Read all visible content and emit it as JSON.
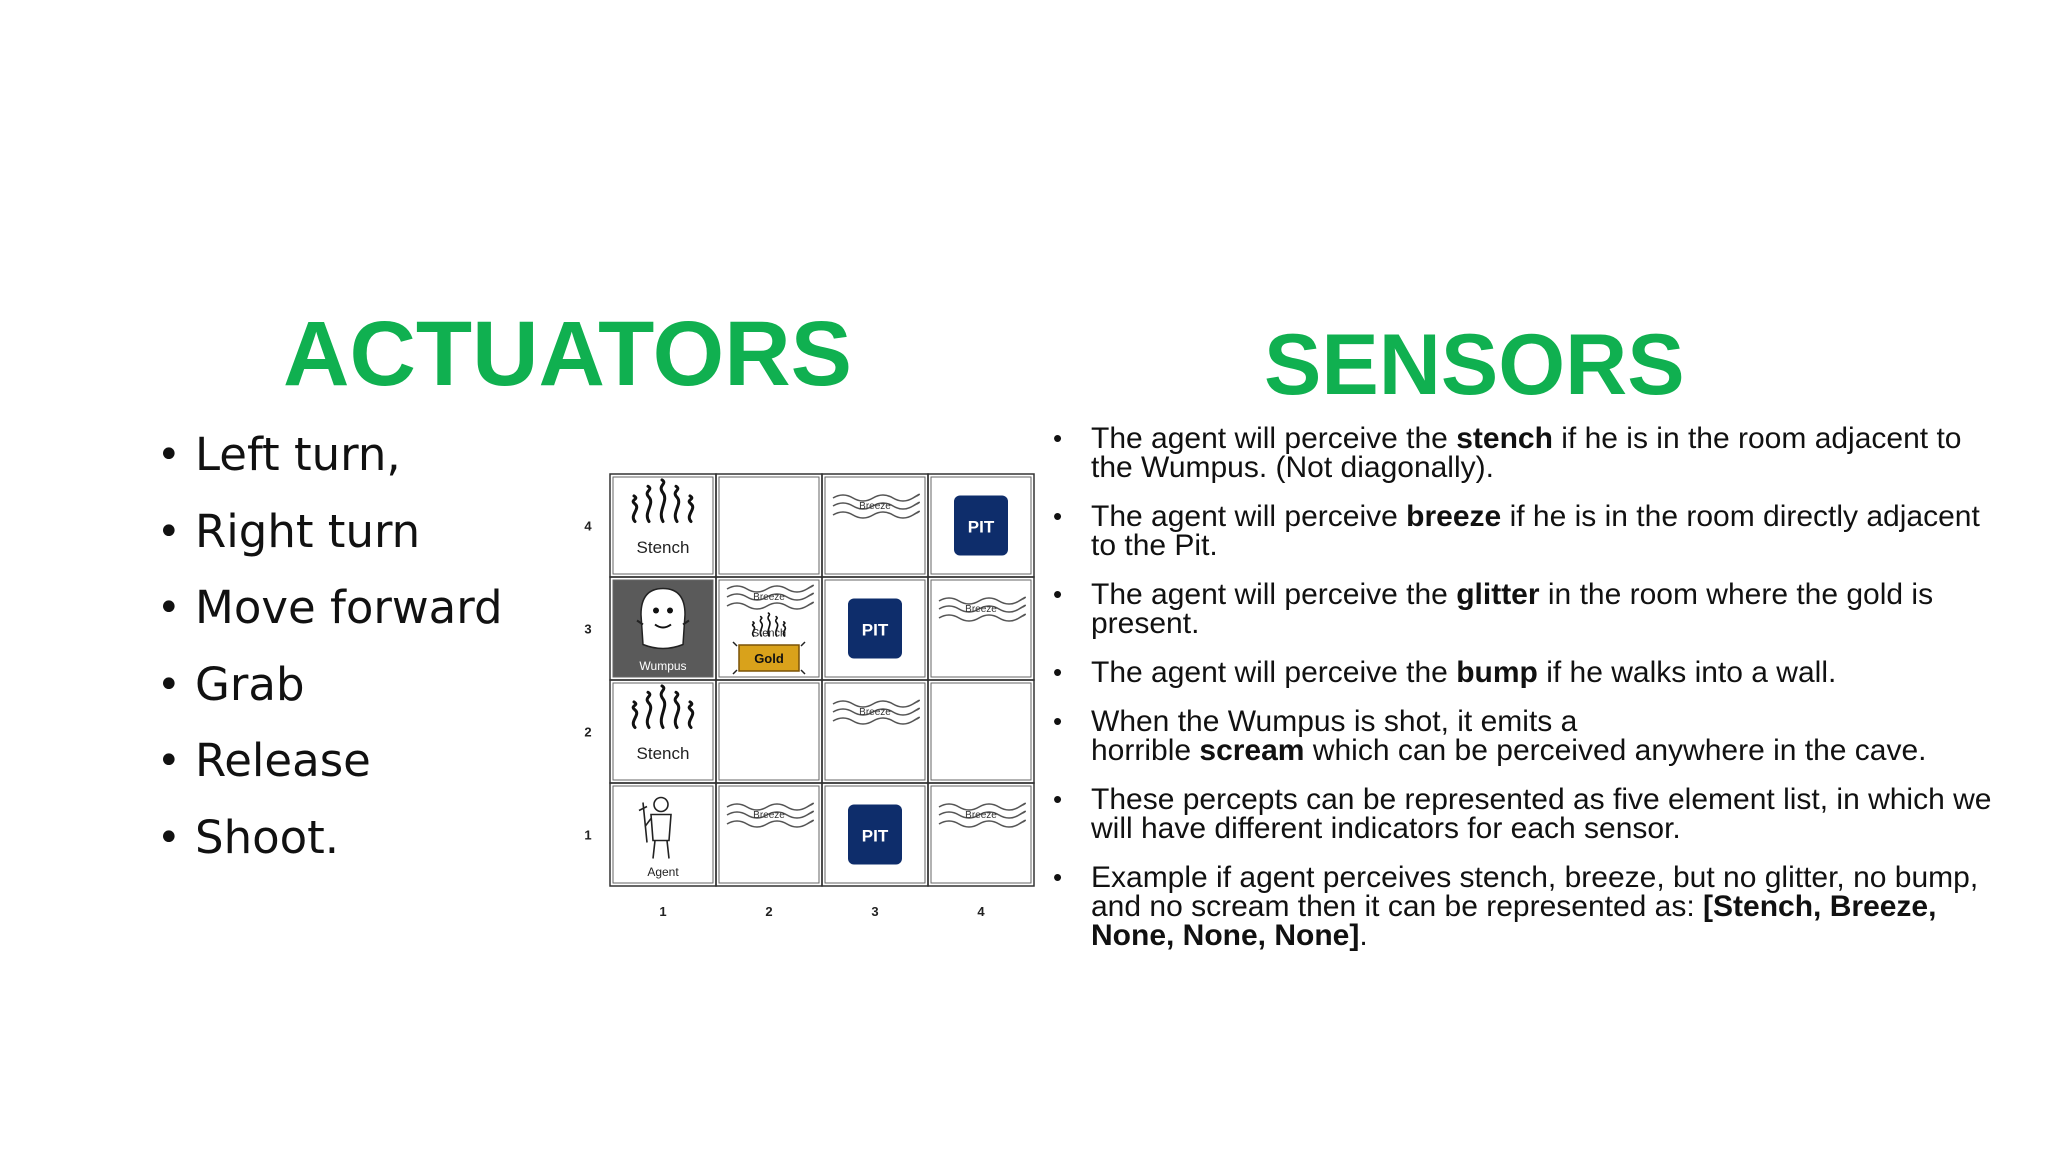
{
  "actuators": {
    "title": "ACTUATORS",
    "items": [
      "Left turn,",
      "Right turn",
      "Move forward",
      "Grab",
      "Release",
      "Shoot."
    ]
  },
  "sensors": {
    "title": "SENSORS",
    "items": [
      [
        {
          "t": "The agent will perceive the "
        },
        {
          "t": "stench",
          "b": true
        },
        {
          "t": " if he is in the room adjacent to the Wumpus. (Not diagonally)."
        }
      ],
      [
        {
          "t": "The agent will perceive "
        },
        {
          "t": "breeze",
          "b": true
        },
        {
          "t": " if he is in the room directly adjacent to the Pit."
        }
      ],
      [
        {
          "t": "The agent will perceive the "
        },
        {
          "t": "glitter",
          "b": true
        },
        {
          "t": " in the room where the gold is present."
        }
      ],
      [
        {
          "t": "The agent will perceive the "
        },
        {
          "t": "bump",
          "b": true
        },
        {
          "t": " if he walks into a wall."
        }
      ],
      [
        {
          "t": "When the Wumpus is shot, it emits a"
        },
        {
          "br": true
        },
        {
          "t": "horrible "
        },
        {
          "t": "scream",
          "b": true
        },
        {
          "t": " which can be perceived anywhere in the cave."
        }
      ],
      [
        {
          "t": "These percepts can be represented as five element list, in which we will have different indicators for each sensor."
        }
      ],
      [
        {
          "t": "Example if agent perceives stench, breeze, but no glitter, no bump, and no scream then it can be represented as: "
        },
        {
          "t": "[Stench, Breeze, None, None, None]",
          "b": true
        },
        {
          "t": "."
        }
      ]
    ]
  },
  "grid": {
    "row_labels": [
      "4",
      "3",
      "2",
      "1"
    ],
    "col_labels": [
      "1",
      "2",
      "3",
      "4"
    ],
    "cells": [
      [
        [
          "stench"
        ],
        [],
        [
          "breeze"
        ],
        [
          "pit"
        ]
      ],
      [
        [
          "wumpus"
        ],
        [
          "breeze",
          "stench",
          "gold"
        ],
        [
          "pit"
        ],
        [
          "breeze"
        ]
      ],
      [
        [
          "stench"
        ],
        [],
        [
          "breeze"
        ],
        []
      ],
      [
        [
          "agent"
        ],
        [
          "breeze"
        ],
        [
          "pit"
        ],
        [
          "breeze"
        ]
      ]
    ],
    "text": {
      "stench": "Stench",
      "breeze": "Breeze",
      "pit": "PIT",
      "wumpus": "Wumpus",
      "gold": "Gold",
      "agent": "Agent"
    },
    "colors": {
      "pit": "#0e2d6b",
      "wumpus_cell": "#5a5a5a",
      "gold": "#d9a21b",
      "border": "#333333"
    }
  },
  "colors": {
    "heading": "#10b050"
  }
}
